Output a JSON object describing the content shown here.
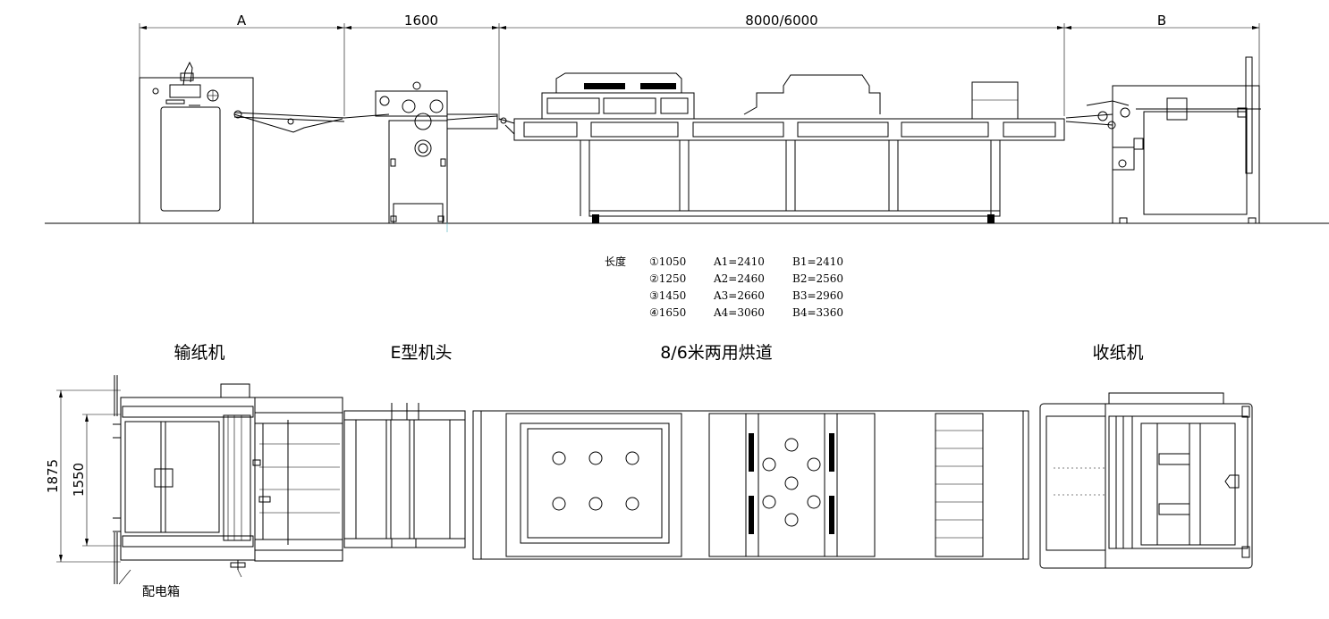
{
  "dimensions": {
    "seg_a": "A",
    "seg_head": "1600",
    "seg_dryer": "8000/6000",
    "seg_b": "B",
    "overall_width": "1875",
    "inner_width": "1550"
  },
  "length_table": {
    "label": "长度",
    "rows": [
      {
        "model": "①1050",
        "a": "A1=2410",
        "b": "B1=2410"
      },
      {
        "model": "②1250",
        "a": "A2=2460",
        "b": "B2=2560"
      },
      {
        "model": "③1450",
        "a": "A3=2660",
        "b": "B3=2960"
      },
      {
        "model": "④1650",
        "a": "A4=3060",
        "b": "B4=3360"
      }
    ]
  },
  "sections": {
    "feeder": "输纸机",
    "head": "E型机头",
    "dryer": "8/6米两用烘道",
    "delivery": "收纸机"
  },
  "callouts": {
    "electric_box": "配电箱"
  }
}
